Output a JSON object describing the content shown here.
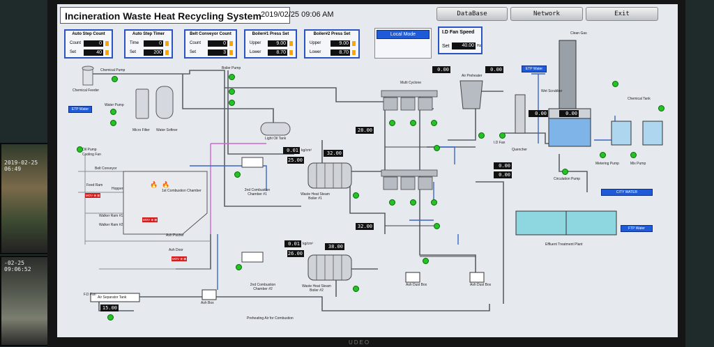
{
  "header": {
    "title": "Incineration Waste Heat Recycling System",
    "datetime": "2019/02/25 09:06 AM",
    "buttons": [
      "DataBase",
      "Network",
      "Exit"
    ]
  },
  "panels": {
    "auto_step_count": {
      "title": "Auto Step Count",
      "rows": [
        {
          "label": "Count",
          "value": "0"
        },
        {
          "label": "Set",
          "value": "40"
        }
      ]
    },
    "auto_step_timer": {
      "title": "Auto Step Timer",
      "rows": [
        {
          "label": "Time",
          "value": "0"
        },
        {
          "label": "Set",
          "value": "200"
        }
      ]
    },
    "belt_conveyor_count": {
      "title": "Belt Conveyor Count",
      "rows": [
        {
          "label": "Count",
          "value": "0"
        },
        {
          "label": "Set",
          "value": "3"
        }
      ]
    },
    "boiler1_press_set": {
      "title": "Boiler#1 Press Set",
      "rows": [
        {
          "label": "Upper",
          "value": "9.00"
        },
        {
          "label": "Lower",
          "value": "8.70"
        }
      ]
    },
    "boiler2_press_set": {
      "title": "Boiler#2 Press Set",
      "rows": [
        {
          "label": "Upper",
          "value": "9.00"
        },
        {
          "label": "Lower",
          "value": "8.70"
        }
      ]
    }
  },
  "mode": {
    "label": "Local Mode"
  },
  "id_fan": {
    "title": "I.D Fan Speed",
    "set_label": "Set",
    "value": "40.00",
    "unit": "Hz"
  },
  "labels": {
    "chemical_pump": "Chemical Pump",
    "chemical_feeder": "Chemical Feeder",
    "etp_water": "ETP Water",
    "water_pump": "Water Pump",
    "micro_filter": "Micro Filter",
    "water_softner": "Water Softner",
    "boiler_pump": "Boiler Pump",
    "light_oil_tank": "Light Oil Tank",
    "oil_pump": "Oil Pump",
    "cooling_fan": "Cooling Fan",
    "belt_conveyor": "Belt Conveyor",
    "feed_ram": "Feed Ram",
    "hopper": "Hopper",
    "first_combustion_chamber": "1st Combustion Chamber",
    "second_combustion_chamber_1": "2nd Combustion Chamber #1",
    "waste_heat_steam_boiler_1": "Waste Heat Steam Boiler #1",
    "second_combustion_chamber_2": "2nd Combustion Chamber #2",
    "waste_heat_steam_boiler_2": "Waste Heat Steam Boiler #2",
    "multi_cyclone": "Multi Cyclone",
    "air_preheater": "Air Preheater",
    "id_fan_label": "I.D Fan",
    "quencher": "Quencher",
    "clean_gas": "Clean Gas",
    "wet_scrubber": "Wet Scrubber",
    "chemical_tank": "Chemical Tank",
    "metering_pump": "Metering Pump",
    "mix_pump": "Mix Pump",
    "circulation_pump": "Circulation Pump",
    "city_water": "CITY WATER",
    "ftp_water": "FTP Water",
    "effluent_treatment_plant": "Effluent Treatment Plant",
    "ash_box": "Ash Box",
    "ash_dust_box_1": "Ash Dust Box",
    "ash_dust_box_2": "Ash Dust Box",
    "fd_fan": "F.D Fan",
    "air_separator_tank": "Air Separator Tank",
    "preheating_air": "Preheating Air for Combustion",
    "walker_ram_1": "Walker Ram #1",
    "walker_ram_2": "Walker Ram #2",
    "ash_pusher": "Ash Pusher",
    "ash_door": "Ash Door",
    "mov_tag": "MOV ⊗ ⊠"
  },
  "readings": {
    "boiler1_press": "0.01",
    "boiler1_press_unit": "kg/cm²",
    "boiler1_level": "32.00",
    "boiler1_temp": "25.00",
    "boiler2_press": "0.01",
    "boiler2_press_unit": "kg/cm²",
    "boiler2_level": "38.00",
    "boiler2_temp": "26.00",
    "cyclone_in_temp": "28.00",
    "boiler2_out_temp": "32.00",
    "preheater_a": "0.00",
    "preheater_b": "0.00",
    "quencher_a": "0.00",
    "quencher_b": "0.00",
    "scrubber_a": "0.00",
    "scrubber_b": "0.00",
    "fd_fan_speed": "15.00"
  },
  "cams": {
    "cam1_ts": "2019-02-25 06:49",
    "cam2_ts": "-02-25 09:06:52"
  },
  "brand": "UDEO"
}
